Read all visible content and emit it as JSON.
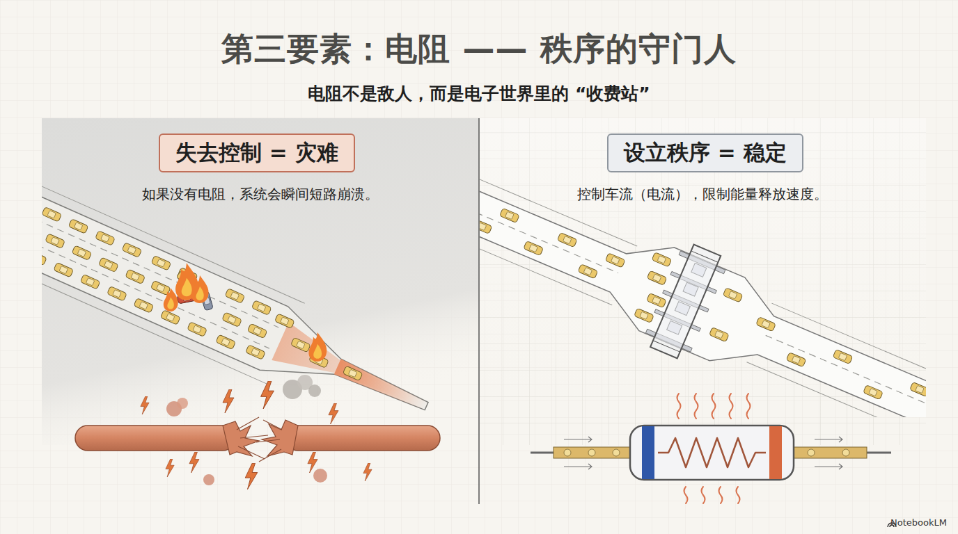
{
  "diagram": {
    "title": "第三要素：电阻 —— 秩序的守门人",
    "nodes": [
      {
        "text": [
          "如果没有电阻，系统会瞬间短路崩溃。"
        ]
      },
      {
        "text": [
          "失去控制 = 灾难"
        ],
        "in": 0
      },
      {
        "text": [
          "控制车流（电流），限制能量释放速度。"
        ]
      },
      {
        "text": [
          "设立秩序 = 稳定"
        ],
        "in": 2
      }
    ],
    "labels": [
      "电阻不是敌人，而是电子世界里的 “收费站”",
      "NotebookLM"
    ]
  }
}
